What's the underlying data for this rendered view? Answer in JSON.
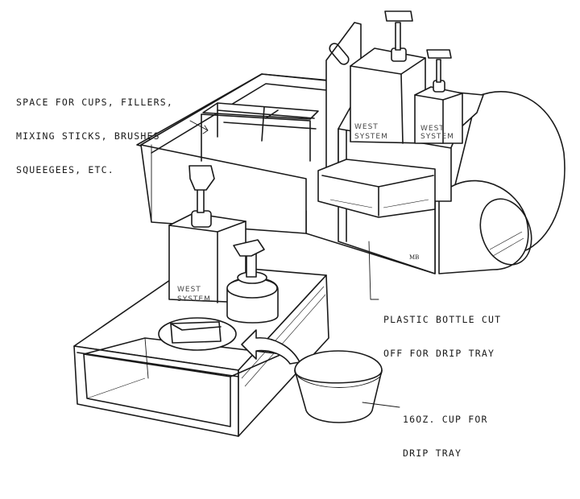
{
  "annotations": {
    "storage": [
      "SPACE FOR CUPS, FILLERS,",
      "MIXING STICKS, BRUSHES",
      "SQUEEGEES, ETC."
    ],
    "drip_bottle": [
      "PLASTIC BOTTLE CUT",
      "OFF FOR DRIP TRAY"
    ],
    "drip_cup": [
      "16OZ. CUP FOR",
      "DRIP TRAY"
    ]
  },
  "container_brand": [
    "WEST",
    "SYSTEM"
  ],
  "artist_initials": "MB",
  "colors": {
    "ink": "#1a1a1a",
    "paper": "#ffffff"
  }
}
